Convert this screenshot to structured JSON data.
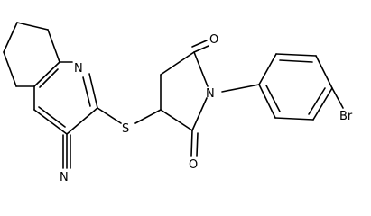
{
  "molecule": {
    "atoms": {
      "n_quinoline": "N",
      "n_nitrile": "N",
      "s_thioether": "S",
      "n_imide": "N",
      "o_top": "O",
      "o_bottom": "O",
      "br": "Br"
    }
  }
}
